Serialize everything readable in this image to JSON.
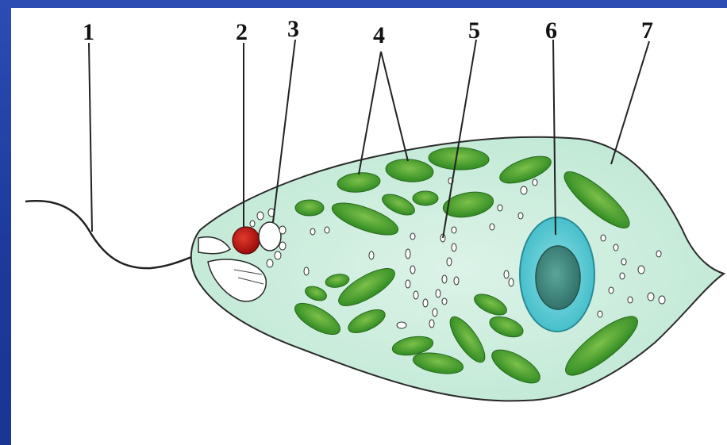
{
  "colors": {
    "background_frame": "#1f3fa0",
    "panel": "#ffffff",
    "cytoplasm": "#cdeee0",
    "chloroplast": "#3f9a2a",
    "nucleus_outer": "#5fd0d8",
    "nucleus_inner": "#3a8a80",
    "eyespot": "#c81414",
    "lines": "#222222"
  },
  "labels": [
    {
      "id": "1",
      "text": "1"
    },
    {
      "id": "2",
      "text": "2"
    },
    {
      "id": "3",
      "text": "3"
    },
    {
      "id": "4",
      "text": "4"
    },
    {
      "id": "5",
      "text": "5"
    },
    {
      "id": "6",
      "text": "6"
    },
    {
      "id": "7",
      "text": "7"
    }
  ]
}
